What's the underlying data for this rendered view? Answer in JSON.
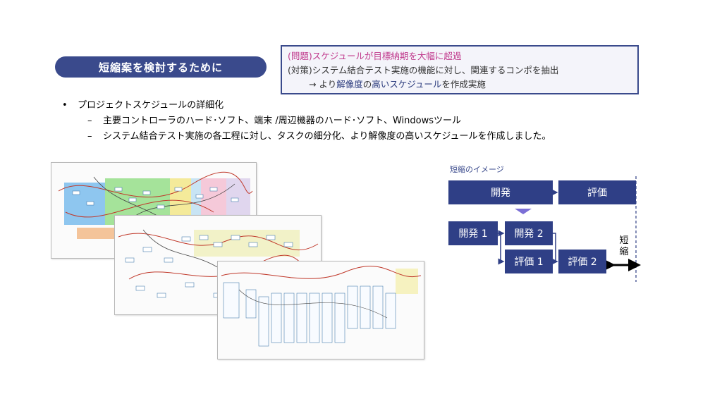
{
  "title": "短縮案を検討するために",
  "problem_box": {
    "problem": "(問題)スケジュールが目標納期を大幅に超過",
    "measure": "(対策)システム結合テスト実施の機能に対し、関連するコンポを抽出",
    "result_arrow": "→",
    "result_prefix": "より",
    "result_emph1": "解像度",
    "result_mid": "の",
    "result_emph2": "高いスケジュール",
    "result_suffix": "を作成実施"
  },
  "bullets": {
    "main_symbol": "•",
    "main": "プロジェクトスケジュールの詳細化",
    "dash": "–",
    "sub1": "主要コントローラのハード･ソフト、端末 /周辺機器のハード･ソフト、Windowsツール",
    "sub2": "システム結合テスト実施の各工程に対し、タスクの細分化、より解像度の高いスケジュールを作成しました。"
  },
  "diagram": {
    "caption": "短縮のイメージ",
    "dev": "開発",
    "eval": "評価",
    "dev1": "開発 1",
    "dev2": "開発 2",
    "eval1": "評価 1",
    "eval2": "評価 2",
    "shorten": "短縮"
  },
  "colors": {
    "brand_navy": "#2f3f86",
    "problem_pink": "#c0398c"
  }
}
